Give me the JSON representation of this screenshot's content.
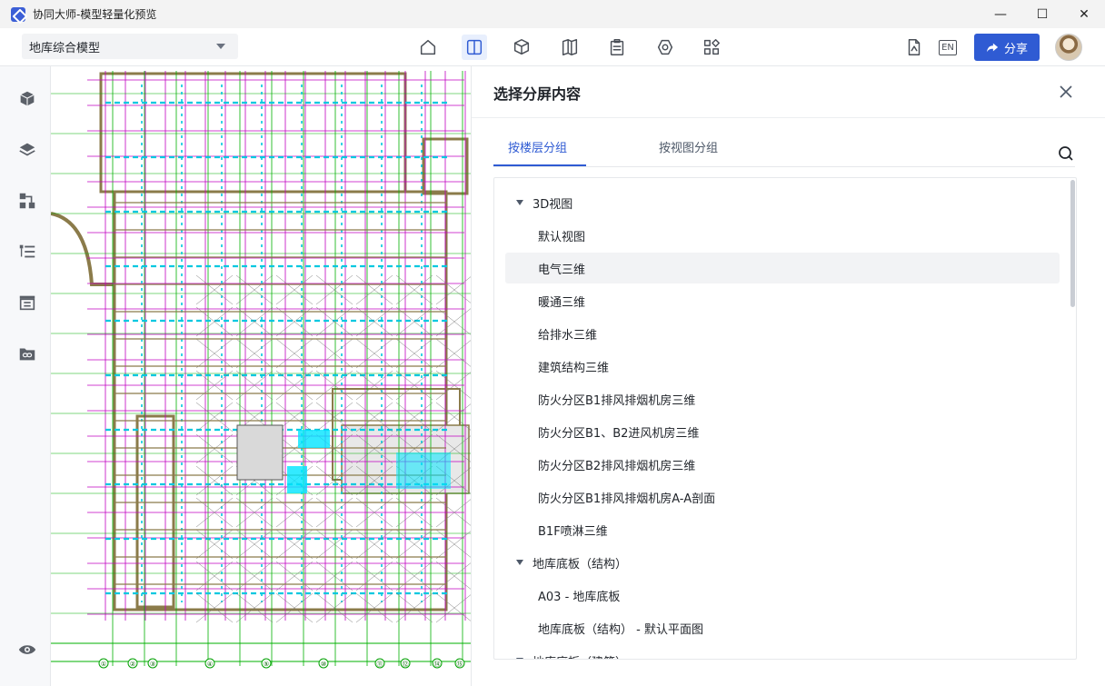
{
  "window": {
    "title": "协同大师-模型轻量化预览",
    "minimize_glyph": "—",
    "maximize_glyph": "☐",
    "close_glyph": "✕"
  },
  "toolbar": {
    "model_select_value": "地库综合模型",
    "tools": [
      {
        "icon": "home-icon",
        "active": false
      },
      {
        "icon": "split-screen-icon",
        "active": true
      },
      {
        "icon": "model-cube-icon",
        "active": false
      },
      {
        "icon": "book-icon",
        "active": false
      },
      {
        "icon": "clipboard-icon",
        "active": false
      },
      {
        "icon": "settings-hex-icon",
        "active": false
      },
      {
        "icon": "apps-icon",
        "active": false
      }
    ],
    "export_icon": "pdf-export-icon",
    "lang_label": "EN",
    "share_label": "分享",
    "accent_color": "#2f5bd3"
  },
  "sidebar": {
    "icons": [
      "cube-icon",
      "layers-icon",
      "structure-tree-icon",
      "list-icon",
      "archive-icon",
      "link-folder-icon",
      "eye-icon"
    ]
  },
  "panel": {
    "title": "选择分屏内容",
    "tabs": [
      {
        "label": "按楼层分组",
        "active": true
      },
      {
        "label": "按视图分组",
        "active": false
      }
    ],
    "tree": [
      {
        "type": "group",
        "label": "3D视图"
      },
      {
        "type": "leaf",
        "label": "默认视图"
      },
      {
        "type": "leaf",
        "label": "电气三维",
        "selected": true
      },
      {
        "type": "leaf",
        "label": "暖通三维"
      },
      {
        "type": "leaf",
        "label": "给排水三维"
      },
      {
        "type": "leaf",
        "label": "建筑结构三维"
      },
      {
        "type": "leaf",
        "label": "防火分区B1排风排烟机房三维"
      },
      {
        "type": "leaf",
        "label": "防火分区B1、B2进风机房三维"
      },
      {
        "type": "leaf",
        "label": "防火分区B2排风排烟机房三维"
      },
      {
        "type": "leaf",
        "label": "防火分区B1排风排烟机房A-A剖面"
      },
      {
        "type": "leaf",
        "label": "B1F喷淋三维"
      },
      {
        "type": "group",
        "label": "地库底板（结构）"
      },
      {
        "type": "leaf",
        "label": "A03 - 地库底板"
      },
      {
        "type": "leaf",
        "label": "地库底板（结构） - 默认平面图"
      },
      {
        "type": "group",
        "label": "地库底板（建筑）"
      }
    ]
  },
  "drawing": {
    "grid_labels": [
      "①",
      "②",
      "③",
      "④",
      "⑤",
      "⑩",
      "⑪",
      "⑫",
      "⑭",
      "⑮"
    ]
  }
}
